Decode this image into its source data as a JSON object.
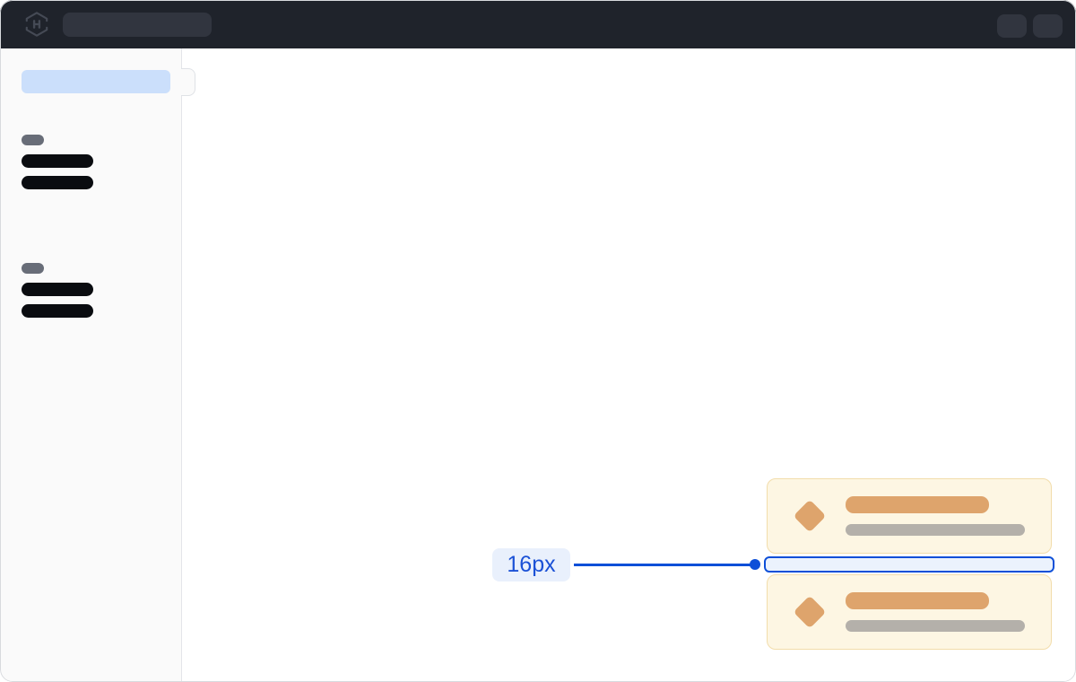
{
  "annotation": {
    "label": "16px"
  },
  "topbar": {
    "logo_icon": "hashicorp-logo-icon",
    "skeletons": {
      "search_field": true,
      "action_buttons": 2
    }
  },
  "sidebar": {
    "selected_item_skeleton": true,
    "toggle_handle": true,
    "sections": [
      {
        "header_skeleton": true,
        "item_skeletons": 2
      },
      {
        "header_skeleton": true,
        "item_skeletons": 2
      }
    ]
  },
  "main": {
    "cards": [
      {
        "icon": "diamond-icon",
        "title_skeleton": true,
        "subtitle_skeleton": true
      },
      {
        "icon": "diamond-icon",
        "title_skeleton": true,
        "subtitle_skeleton": true
      }
    ],
    "spacing_annotation": {
      "value": "16px"
    }
  },
  "colors": {
    "accent_blue": "#0D4FD8",
    "annotation_fill": "#EBF2FD",
    "label_pill_bg": "#E9F0FC",
    "label_text_blue": "#1B51D6",
    "topbar_bg": "#1F232B",
    "topbar_skeleton": "#31353F",
    "sidebar_bg": "#FAFAFA",
    "sidebar_border": "#E3E5E9",
    "selected_item_bg": "#CBDFFB",
    "skeleton_dark": "#0A0C10",
    "skeleton_gray": "#686D78",
    "card_bg": "#FDF6E3",
    "card_border": "#F2DDAB",
    "card_accent_tan": "#DEA46C",
    "card_skeleton_gray": "#B4B0AA",
    "window_border": "#D8DADE"
  }
}
